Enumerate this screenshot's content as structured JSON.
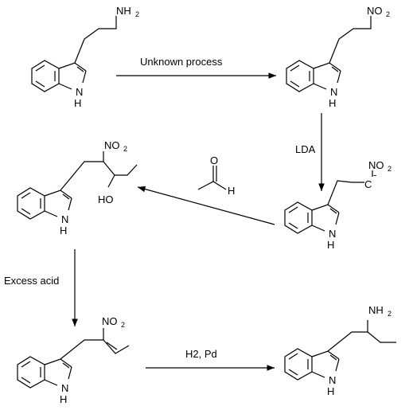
{
  "reagents": {
    "step1": "Unknown process",
    "step2": "LDA",
    "step4": "Excess acid",
    "step5": "H2, Pd"
  },
  "atoms": {
    "N": "N",
    "H": "H",
    "O": "O",
    "HO": "HO",
    "NO": "NO",
    "NH": "NH",
    "sub2": "2",
    "minus": "-",
    "C": "C"
  },
  "colors": {
    "ink": "#000000",
    "background": "#ffffff"
  }
}
